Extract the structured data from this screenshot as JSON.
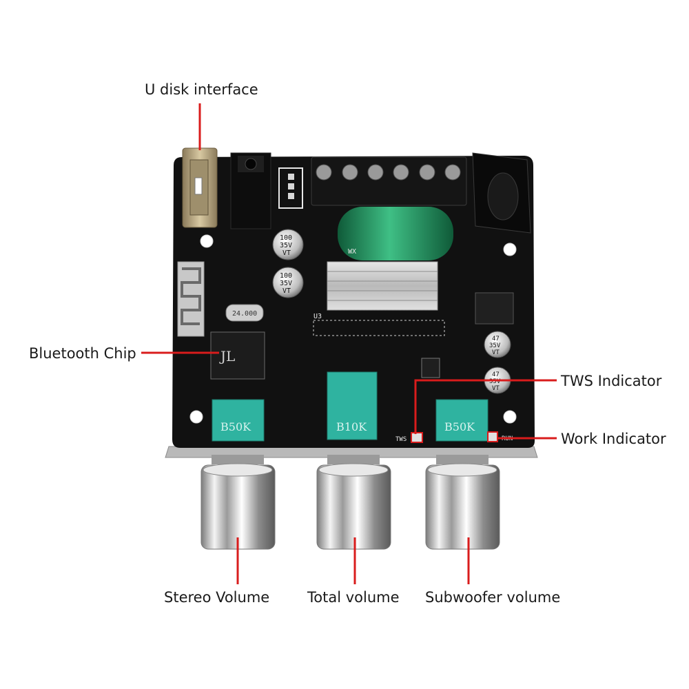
{
  "labels": {
    "usb": "U disk interface",
    "bluetooth": "Bluetooth Chip",
    "tws": "TWS Indicator",
    "work": "Work Indicator",
    "stereo": "Stereo Volume",
    "total": "Total volume",
    "subwoofer": "Subwoofer volume"
  },
  "board": {
    "cap_large_left_1": "100",
    "cap_large_left_2": "35V",
    "cap_large_left_3": "VT",
    "cap_small_right_1": "47",
    "cap_small_right_2": "35V",
    "cap_small_right_3": "VT",
    "crystal": "24.000",
    "pot_left": "B50K",
    "pot_center": "B10K",
    "pot_right": "B50K",
    "tws_silk": "TWS",
    "run_silk": "RUN",
    "chip_u3": "U3",
    "chip_logo": "JL",
    "big_cap_brand": "WX"
  },
  "colors": {
    "callout_line": "#d91c1c",
    "pcb": "#111111",
    "pot_body": "#2fb3a0",
    "big_capacitor": "#1f8a5a"
  }
}
